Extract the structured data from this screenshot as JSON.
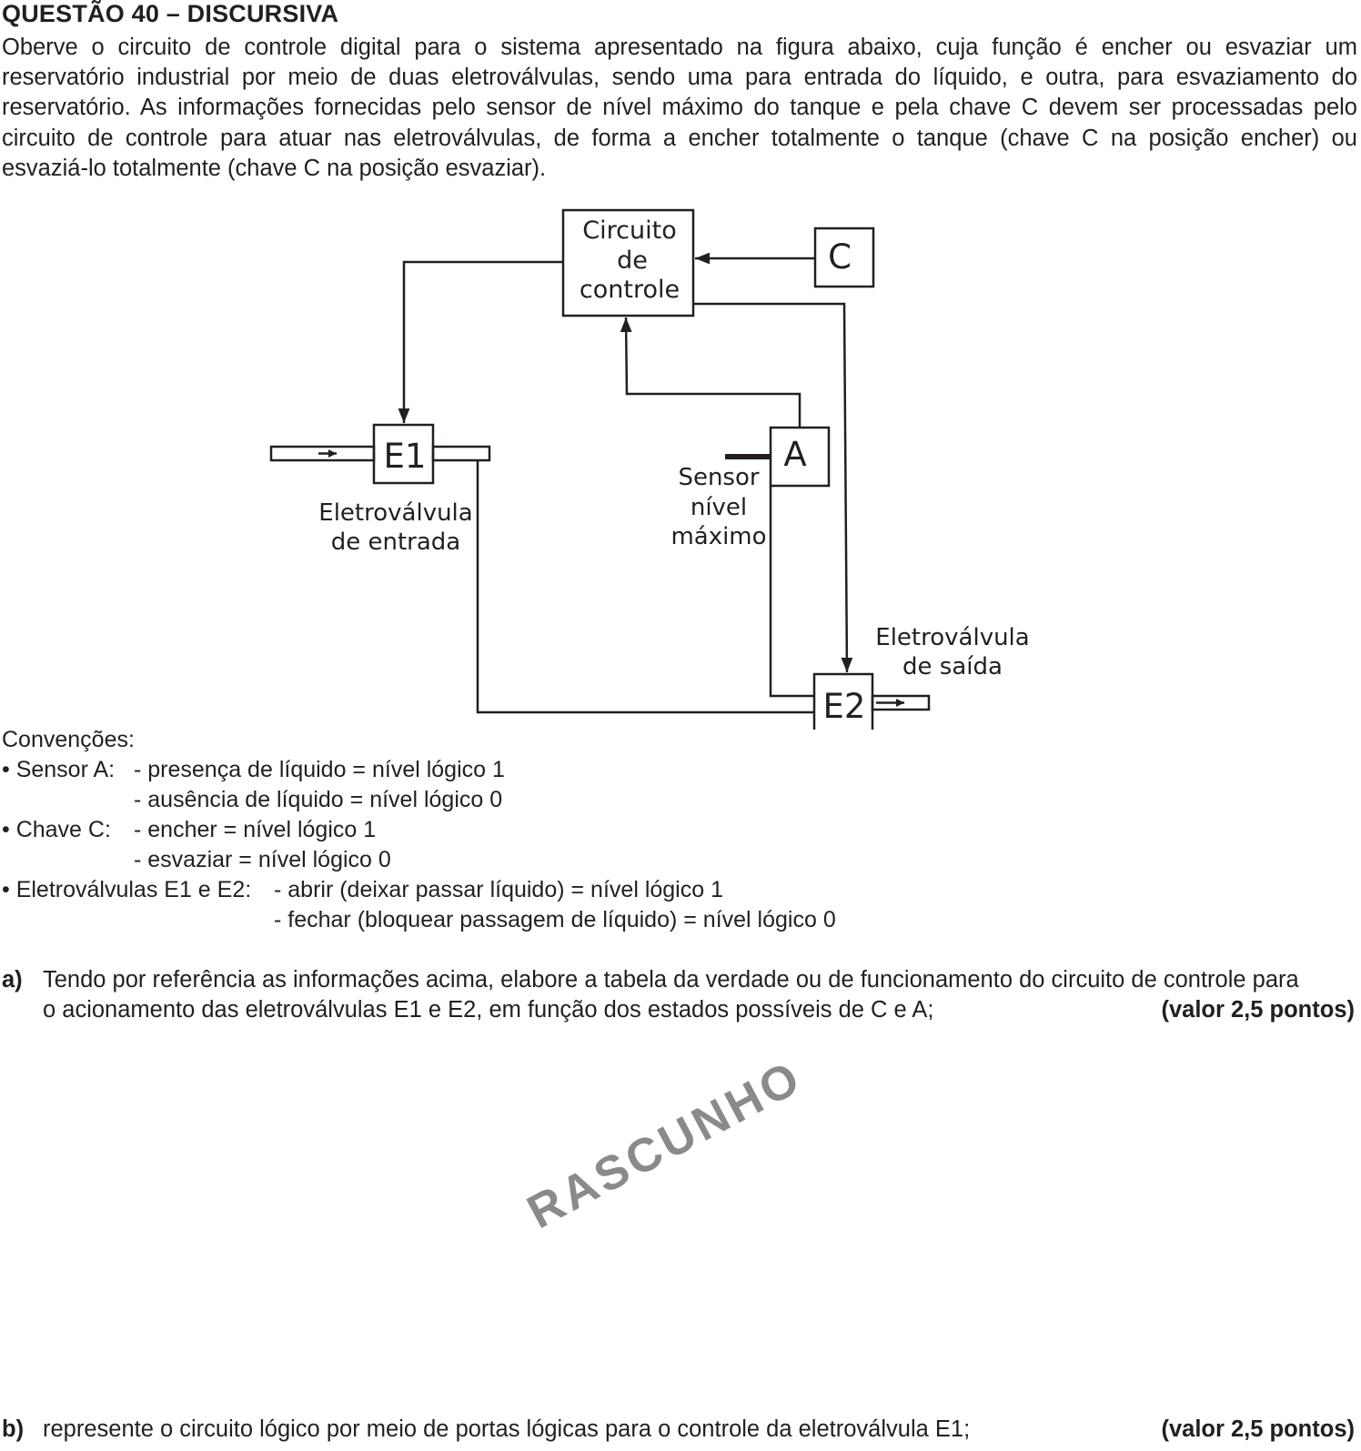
{
  "header": {
    "title": "QUESTÃO 40 – DISCURSIVA"
  },
  "intro": {
    "lines": [
      "Oberve o circuito de controle digital para o sistema apresentado na figura abaixo, cuja função é encher ou esvaziar um",
      "reservatório industrial por meio de duas eletroválvulas, sendo uma para entrada do líquido, e outra, para esvaziamento do",
      "reservatório. As informações fornecidas pelo sensor de nível máximo do tanque e pela chave C devem ser processadas pelo",
      "circuito de controle para atuar nas eletroválvulas, de forma a encher totalmente o tanque (chave C na posição encher) ou",
      "esvaziá-lo totalmente (chave C na posição esvaziar)."
    ]
  },
  "diagram": {
    "control_box": [
      "Circuito",
      "de",
      "controle"
    ],
    "switch_c": "C",
    "valve_e1": "E1",
    "valve_e1_label": [
      "Eletroválvula",
      "de entrada"
    ],
    "sensor_a": "A",
    "sensor_label": [
      "Sensor",
      "nível",
      "máximo"
    ],
    "valve_e2": "E2",
    "valve_e2_label": [
      "Eletroválvula",
      "de saída"
    ]
  },
  "conventions": {
    "heading": "Convenções:",
    "sensor_a": {
      "label": "• Sensor A:",
      "lines": [
        "- presença de líquido = nível lógico 1",
        "- ausência de líquido = nível lógico 0"
      ]
    },
    "chave_c": {
      "label": "• Chave C:",
      "lines": [
        "- encher = nível lógico 1",
        "- esvaziar = nível lógico 0"
      ]
    },
    "valvulas": {
      "label": "• Eletroválvulas E1 e E2:",
      "lines": [
        "- abrir (deixar passar líquido) = nível lógico 1",
        "- fechar (bloquear passagem de líquido) = nível lógico 0"
      ]
    }
  },
  "questions": {
    "a": {
      "letter": "a)",
      "line1": "Tendo por referência as informações acima, elabore a tabela da verdade ou de funcionamento do circuito de controle para",
      "line2": "o acionamento das eletroválvulas E1 e E2, em função dos estados possíveis de C e A;",
      "points": "(valor 2,5 pontos)"
    },
    "b": {
      "letter": "b)",
      "text": "represente o circuito lógico por meio de portas lógicas para o controle da eletroválvula E1;",
      "points": "(valor 2,5 pontos)"
    }
  },
  "watermark": "RASCUNHO"
}
